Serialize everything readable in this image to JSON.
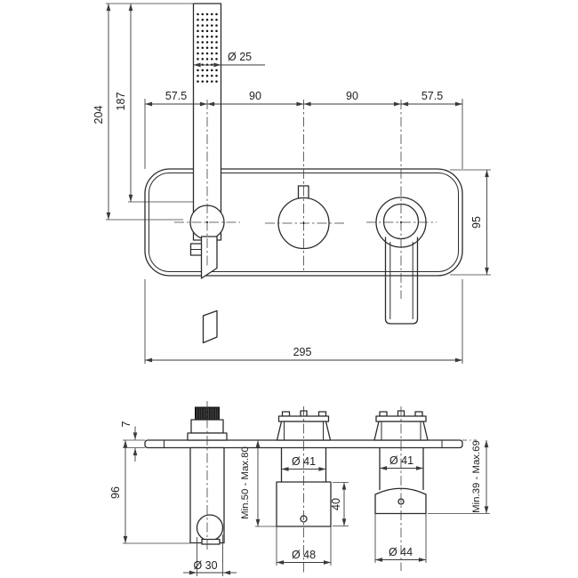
{
  "meta": {
    "background": "#ffffff",
    "line_color": "#2b2b2b",
    "drawing_type": "shower mixer installation drawing"
  },
  "front_view": {
    "labels": {
      "total_height": "204",
      "bracket_height": "187",
      "hand_shower_dia": "Ø 25",
      "span_left": "57.5",
      "span_mid_left": "90",
      "span_mid_right": "90",
      "span_right": "57.5",
      "plate_height": "95",
      "plate_width": "295"
    }
  },
  "bottom_view": {
    "labels": {
      "plate_thickness": "7",
      "holder_depth": "96",
      "holder_ball_dia": "Ø 30",
      "mixer_install_depth": "Min.50 - Max.80",
      "mixer_neck_dia": "Ø 41",
      "mixer_body_height": "40",
      "mixer_body_dia": "Ø 48",
      "diverter_neck_dia": "Ø 41",
      "diverter_install_depth": "Min.39 - Max.69",
      "diverter_body_dia": "Ø 44"
    }
  }
}
